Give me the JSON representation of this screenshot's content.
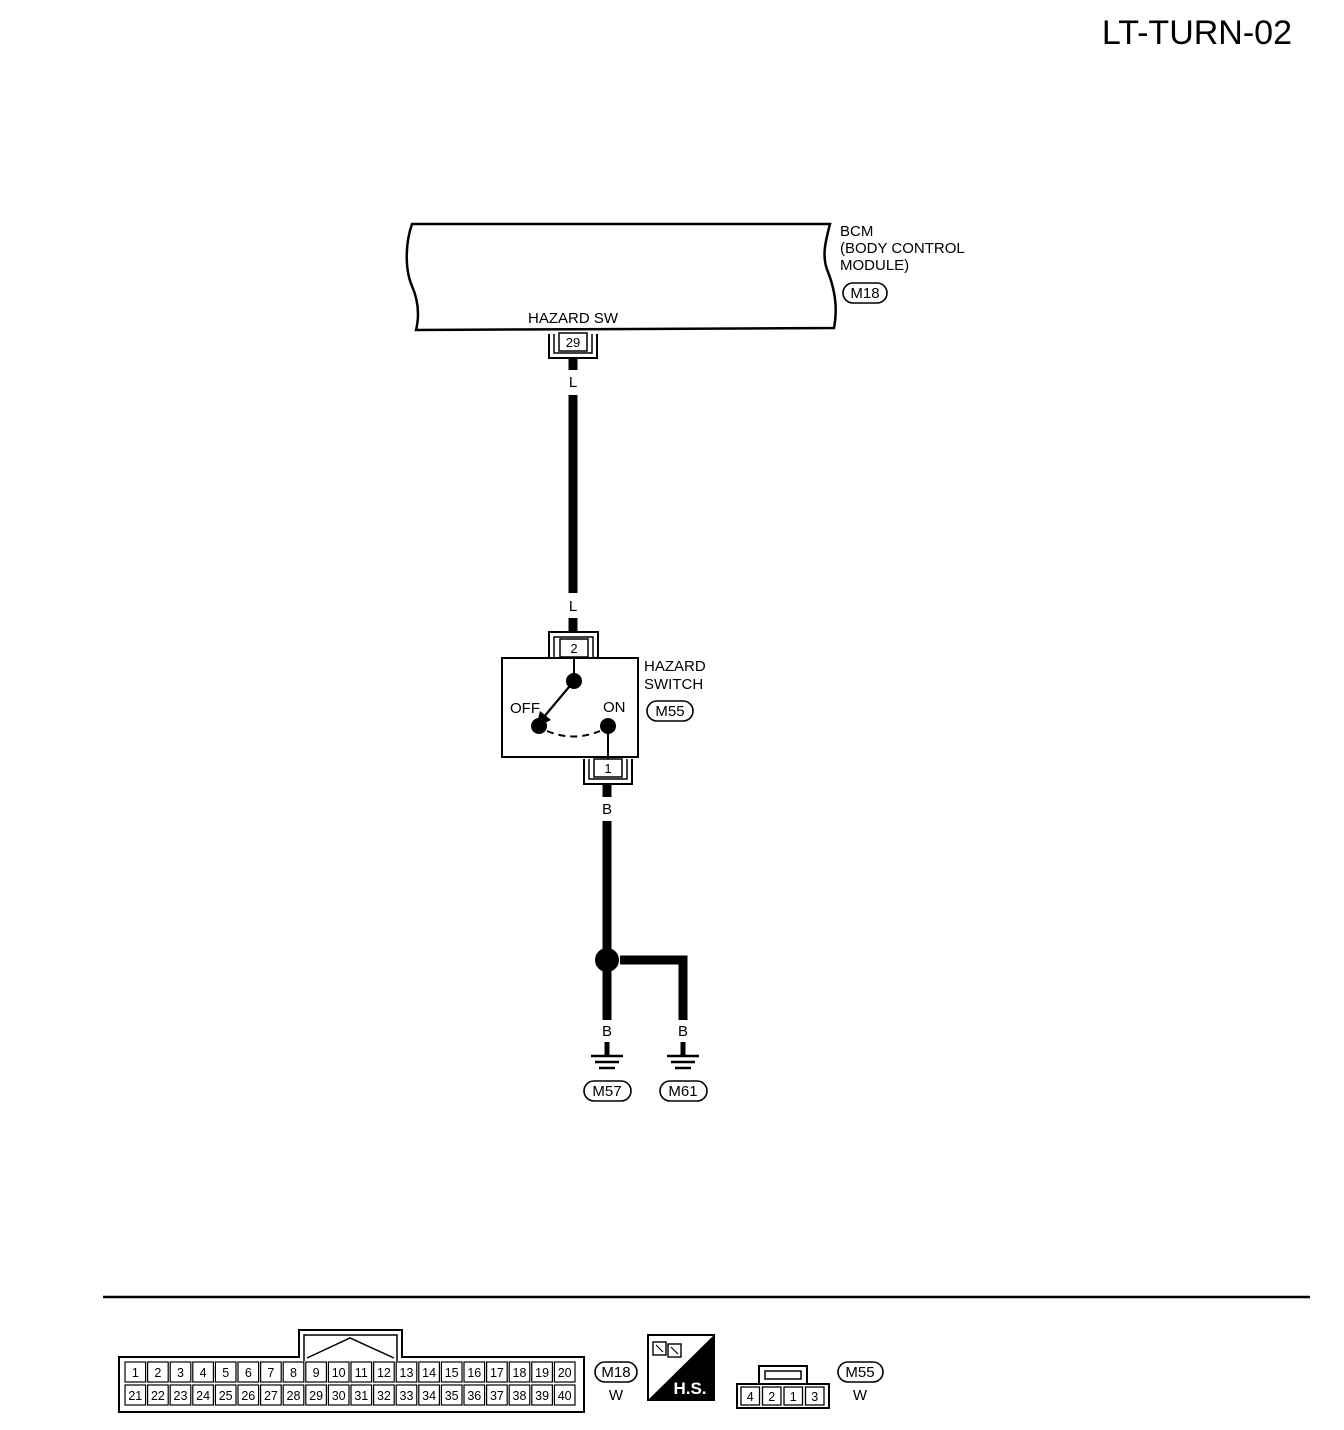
{
  "page_id": "LT-TURN-02",
  "bcm": {
    "name_lines": [
      "BCM",
      "(BODY CONTROL",
      "MODULE)"
    ],
    "connector": "M18",
    "terminal_label": "HAZARD SW",
    "terminal": "29"
  },
  "wire_top": {
    "color_top": "L",
    "color_bottom": "L"
  },
  "hazard_switch": {
    "name_lines": [
      "HAZARD",
      "SWITCH"
    ],
    "connector": "M55",
    "terminal_top": "2",
    "terminal_bottom": "1",
    "pos_off": "OFF",
    "pos_on": "ON"
  },
  "wire_bottom": {
    "color": "B"
  },
  "grounds": [
    {
      "wire": "B",
      "label": "M57"
    },
    {
      "wire": "B",
      "label": "M61"
    }
  ],
  "connectors": {
    "m18": {
      "label": "M18",
      "color": "W",
      "row1": [
        "1",
        "2",
        "3",
        "4",
        "5",
        "6",
        "7",
        "8",
        "9",
        "10",
        "11",
        "12",
        "13",
        "14",
        "15",
        "16",
        "17",
        "18",
        "19",
        "20"
      ],
      "row2": [
        "21",
        "22",
        "23",
        "24",
        "25",
        "26",
        "27",
        "28",
        "29",
        "30",
        "31",
        "32",
        "33",
        "34",
        "35",
        "36",
        "37",
        "38",
        "39",
        "40"
      ]
    },
    "hs_badge": "H.S.",
    "m55": {
      "label": "M55",
      "color": "W",
      "pins": [
        "4",
        "2",
        "1",
        "3"
      ]
    }
  }
}
